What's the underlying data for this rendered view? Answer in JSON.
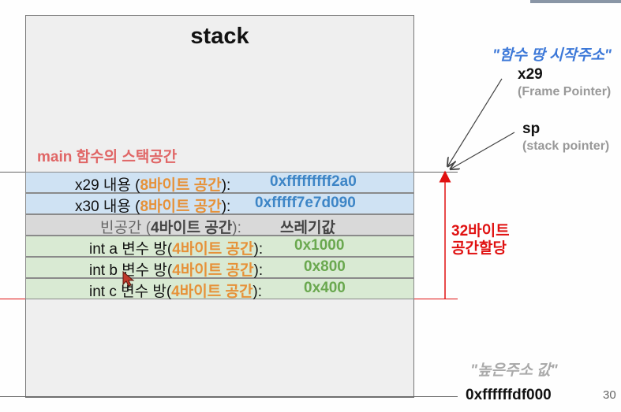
{
  "stack": {
    "title": "stack",
    "main_label": "main 함수의 스택공간"
  },
  "rows": [
    {
      "prefix": "x29 내용 (",
      "highlight": "8바이트 공간",
      "suffix": "):",
      "value": "0xfffffffff2a0"
    },
    {
      "prefix": "x30 내용 (",
      "highlight": "8바이트 공간",
      "suffix": "):",
      "value": "0xfffff7e7d090"
    },
    {
      "prefix": "빈공간 (",
      "highlight": "4바이트 공간",
      "suffix": "):",
      "value": "쓰레기값"
    },
    {
      "prefix": "int a 변수 방(",
      "highlight": "4바이트 공간",
      "suffix": "):",
      "value": "0x1000"
    },
    {
      "prefix": "int b 변수 방(",
      "highlight": "4바이트 공간",
      "suffix": "):",
      "value": "0x800"
    },
    {
      "prefix": "int c 변수 방(",
      "highlight": "4바이트 공간",
      "suffix": "):",
      "value": "0x400"
    }
  ],
  "allocation": {
    "line1": "32바이트",
    "line2": "공간할당"
  },
  "frame_note": "\"함수 땅 시작주소\"",
  "registers": {
    "x29": {
      "name": "x29",
      "desc": "(Frame Pointer)"
    },
    "sp": {
      "name": "sp",
      "desc": "(stack pointer)"
    }
  },
  "high_address": {
    "note": "\"높은주소 값\"",
    "value": "0xffffffdf000"
  },
  "page_number": "30",
  "colors": {
    "accent_red": "#e01010",
    "orange": "#e69138",
    "blue_value": "#3d85c6",
    "green_value": "#6aa84f",
    "main_label": "#e06666",
    "frame_note": "#3c78d8"
  }
}
